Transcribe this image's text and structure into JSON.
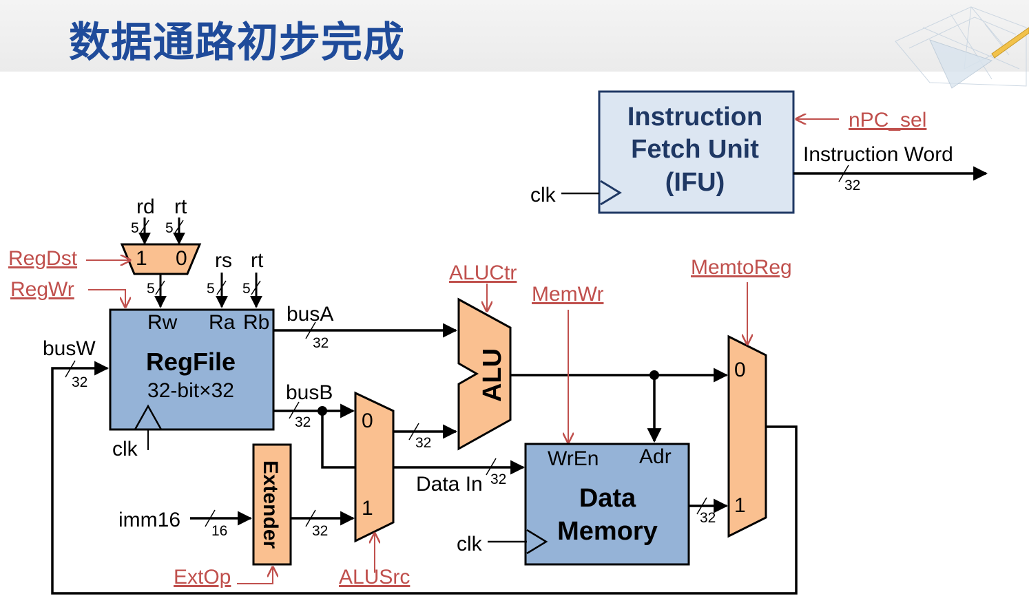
{
  "title": "数据通路初步完成",
  "ifu": {
    "lines": [
      "Instruction",
      "Fetch Unit",
      "(IFU)"
    ],
    "clk": "clk",
    "ctrl": "nPC_sel",
    "output": "Instruction Word",
    "out_width": "32"
  },
  "mux_regdst": {
    "in1": "1",
    "in0": "0",
    "in1_label": "rd",
    "in0_label": "rt",
    "w1": "5",
    "w0": "5",
    "out_width": "5"
  },
  "regfile": {
    "name": "RegFile",
    "size": "32-bit×32",
    "ports": {
      "rw": "Rw",
      "ra": "Ra",
      "rb": "Rb"
    },
    "ra_label": "rs",
    "rb_label": "rt",
    "ra_width": "5",
    "rb_width": "5",
    "clk": "clk",
    "busW": "busW",
    "busW_width": "32",
    "busA": "busA",
    "busA_width": "32",
    "busB": "busB",
    "busB_width": "32"
  },
  "signals": {
    "regdst": "RegDst",
    "regwr": "RegWr",
    "aluctr": "ALUCtr",
    "memwr": "MemWr",
    "memtoreg": "MemtoReg",
    "extop": "ExtOp",
    "alusrc": "ALUSrc"
  },
  "extender": {
    "label": "Extender",
    "input": "imm16",
    "in_width": "16",
    "out_width": "32"
  },
  "mux_alusrc": {
    "in0": "0",
    "in1": "1",
    "out_width": "32"
  },
  "alu": {
    "label": "ALU"
  },
  "dmem": {
    "lines": [
      "Data",
      "Memory"
    ],
    "wren": "WrEn",
    "adr": "Adr",
    "data_in": "Data In",
    "data_in_width": "32",
    "clk": "clk",
    "out_width": "32"
  },
  "mux_memtoreg": {
    "in0": "0",
    "in1": "1"
  },
  "colors": {
    "title": "#1f4b9a",
    "signal": "#c0504d",
    "unit_fill": "#95b3d7",
    "ifu_fill": "#dce6f2",
    "mux_fill": "#fac090"
  }
}
